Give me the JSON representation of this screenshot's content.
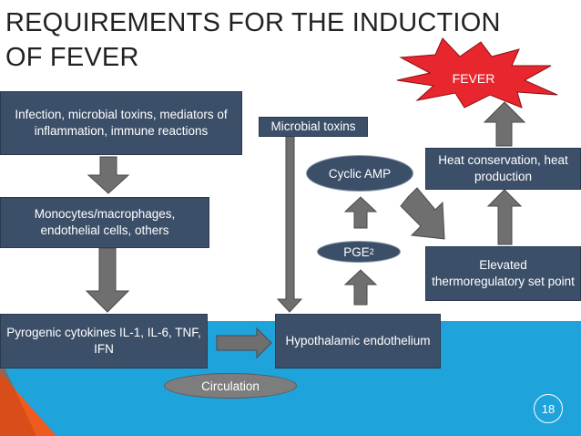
{
  "title": "REQUIREMENTS FOR THE INDUCTION OF FEVER",
  "fever": "FEVER",
  "boxes": {
    "infection": "Infection, microbial toxins, mediators of inflammation, immune reactions",
    "monocytes": "Monocytes/macrophages, endothelial cells, others",
    "cytokines": "Pyrogenic cytokines IL-1, IL-6, TNF, IFN",
    "microbial_toxins": "Microbial toxins",
    "hypothalamic": "Hypothalamic endothelium",
    "heat": "Heat conservation, heat production",
    "elevated": "Elevated thermoregulatory set point"
  },
  "ovals": {
    "cyclic_amp": "Cyclic AMP",
    "pge_base": "PGE",
    "pge_sub": "2",
    "circulation": "Circulation"
  },
  "page_number": "18",
  "colors": {
    "box": "#3c4f68",
    "arrow": "#6f6f6f",
    "blue": "#1ea3db",
    "orange": "#ef5b1e",
    "red_burst": "#e8262e"
  }
}
